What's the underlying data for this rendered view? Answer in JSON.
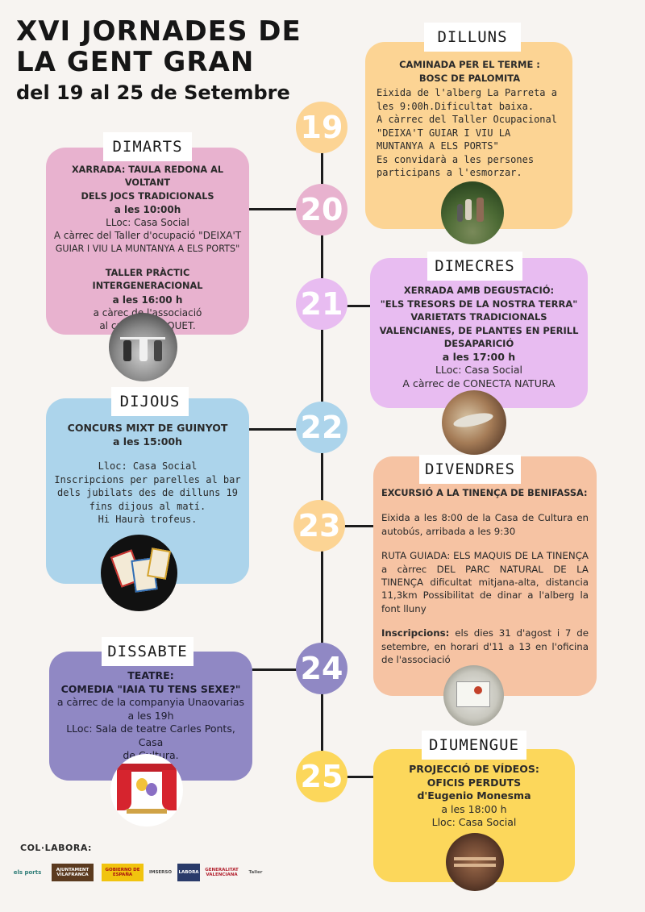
{
  "header": {
    "line1": "XVI JORNADES DE",
    "line2": "LA GENT GRAN",
    "line3": "del 19 al 25 de Setembre"
  },
  "colors": {
    "orange": "#fcd494",
    "pink": "#e8b2cf",
    "lilac": "#e8bcf1",
    "blue": "#acd4eb",
    "salmon": "#f6c3a3",
    "purple": "#9088c4",
    "yellow": "#fcd75b",
    "line": "#1c1c1c"
  },
  "days": [
    {
      "day": "DILLUNS",
      "num": "19",
      "lines": [
        "CAMINADA PER EL TERME :",
        "BOSC DE PALOMITA",
        "Eixida de l'alberg La Parreta a",
        "les 9:00h.Dificultat baixa.",
        "A càrrec del Taller Ocupacional",
        "\"DEIXA'T GUIAR I VIU LA",
        "MUNTANYA A ELS PORTS\"",
        "Es convidarà a les persones",
        "participans a l'esmorzar."
      ],
      "photo": "hikers-photo"
    },
    {
      "day": "DIMARTS",
      "num": "20",
      "lines": [
        "XARRADA: TAULA REDONA AL VOLTANT",
        "DELS JOCS TRADICIONALS",
        "a les  10:00h",
        "LLoc: Casa Social",
        "A càrrec del Taller d'ocupació \"DEIXA'T",
        "GUIAR I VIU LA MUNTANYA A ELS PORTS\"",
        "TALLER PRÀCTIC INTERGENERACIONAL",
        "a les 16:00 h",
        "a càrec de l'associació",
        "al carrec TRINQUET."
      ],
      "photo": "tug-of-war-photo"
    },
    {
      "day": "DIMECRES",
      "num": "21",
      "lines": [
        "XERRADA AMB DEGUSTACIÓ:",
        "\"ELS TRESORS DE LA NOSTRA TERRA\"",
        "VARIETATS TRADICIONALS",
        "VALENCIANES, DE PLANTES EN PERILL",
        "DESAPARICIÓ",
        "a les 17:00 h",
        "LLoc: Casa Social",
        "A càrrec de CONECTA NATURA"
      ],
      "photo": "seeds-photo"
    },
    {
      "day": "DIJOUS",
      "num": "22",
      "lines": [
        "CONCURS MIXT DE GUINYOT",
        "a les 15:00h",
        "Lloc: Casa Social",
        "Inscripcions per parelles al bar",
        "dels jubilats des de dilluns 19",
        "fins dijous al matí.",
        "Hi Haurà trofeus."
      ],
      "photo": "cards-photo"
    },
    {
      "day": "DIVENDRES",
      "num": "23",
      "lines": [
        "EXCURSIÓ A LA TINENÇA DE BENIFASSA:",
        "Eixida a les 8:00 de la Casa de Cultura en autobús, arribada a  les 9:30",
        "RUTA GUIADA: ELS MAQUIS DE LA TINENÇA a càrrec DEL PARC NATURAL DE LA TINENÇA dificultat mitjana-alta, distancia 11,3km Possibilitat de dinar a l'alberg la font lluny",
        "Inscripcions:",
        "els dies 31 d'agost i 7 de setembre, en horari d'11 a 13 en l'oficina de l'associació"
      ],
      "photo": "sign-photo"
    },
    {
      "day": "DISSABTE",
      "num": "24",
      "lines": [
        "TEATRE:",
        "COMEDIA \"IAIA TU TENS SEXE?\"",
        "a càrrec de la companyia Unaovarias",
        "a les 19h",
        "LLoc: Sala de teatre Carles Ponts, Casa",
        "de Cultura."
      ],
      "photo": "theatre-illustration"
    },
    {
      "day": "DIUMENGUE",
      "num": "25",
      "lines": [
        "PROJECCIÓ DE  VÍDEOS:",
        "OFICIS PERDUTS",
        "d'Eugenio Monesma",
        "a les 18:00 h",
        "Lloc: Casa Social"
      ],
      "photo": "loom-photo"
    }
  ],
  "footer": {
    "collab_label": "COL·LABORA:",
    "logos": [
      "els ports",
      "AJUNTAMENT VILAFRANCA",
      "GOBIERNO DE ESPAÑA",
      "IMSERSO",
      "LABORA",
      "GENERALITAT VALENCIANA",
      "Taller"
    ]
  }
}
